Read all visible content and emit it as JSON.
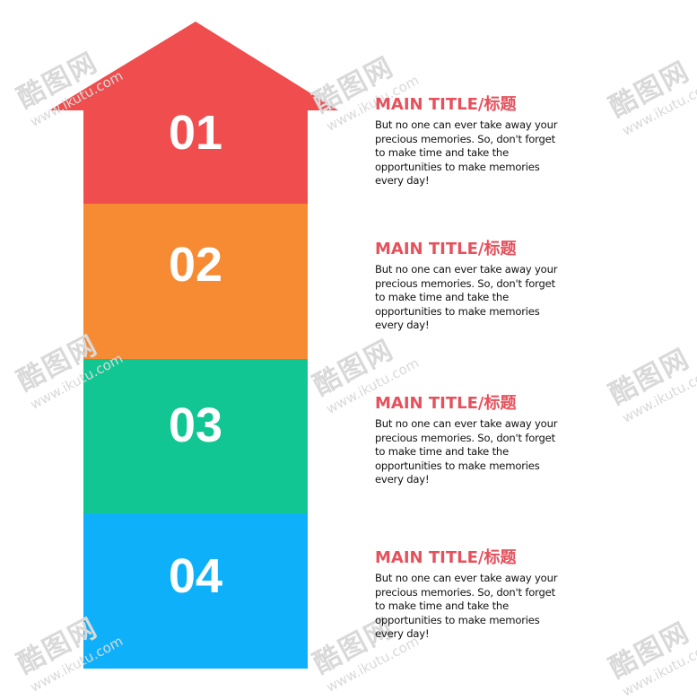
{
  "watermark": {
    "logo": "酷图网",
    "url": "www.ikutu.com"
  },
  "steps": [
    {
      "number": "01",
      "color": "#ef4d4e",
      "title": "MAIN TITLE/标题",
      "body": "But no one can ever take away your precious memories. So, don't forget to make time and take the opportunities to make memories every day!"
    },
    {
      "number": "02",
      "color": "#f68b34",
      "title": "MAIN TITLE/标题",
      "body": "But no one can ever take away your precious memories. So, don't forget to make time and take the opportunities to make memories every day!"
    },
    {
      "number": "03",
      "color": "#12c693",
      "title": "MAIN TITLE/标题",
      "body": "But no one can ever take away your precious memories. So, don't forget to make time and take the opportunities to make memories every day!"
    },
    {
      "number": "04",
      "color": "#0eb1f9",
      "title": "MAIN TITLE/标题",
      "body": "But no one can ever take away your precious memories. So, don't forget to make time and take the opportunities to make memories every day!"
    }
  ]
}
